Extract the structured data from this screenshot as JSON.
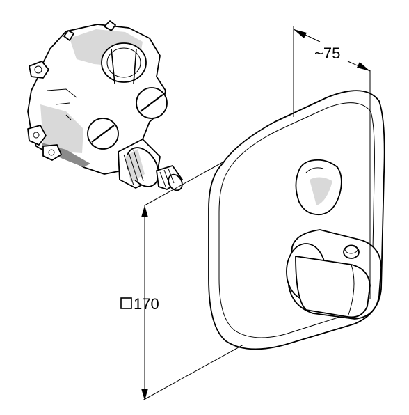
{
  "dimensions": {
    "depth_label": "~75",
    "height_label": "170",
    "height_symbol": "square"
  }
}
